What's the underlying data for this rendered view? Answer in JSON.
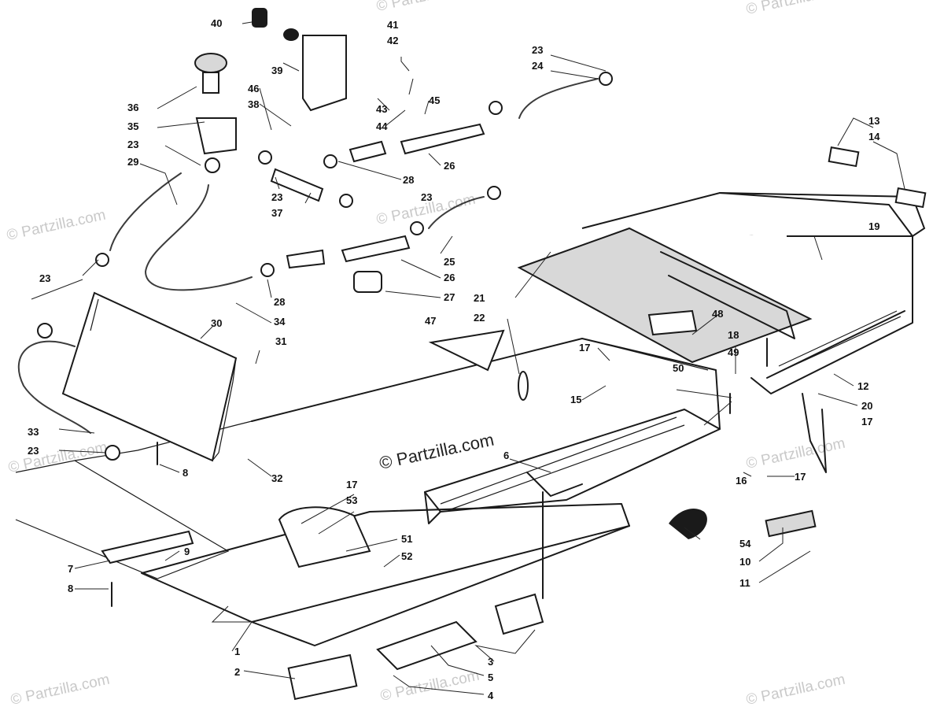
{
  "watermarks": {
    "corner": "© Partzilla.com",
    "center": "© Partzilla.com"
  },
  "callouts": [
    "1",
    "2",
    "3",
    "4",
    "5",
    "6",
    "7",
    "8",
    "9",
    "10",
    "11",
    "12",
    "13",
    "14",
    "15",
    "16",
    "17",
    "18",
    "19",
    "20",
    "21",
    "22",
    "23",
    "24",
    "25",
    "26",
    "27",
    "28",
    "29",
    "30",
    "31",
    "32",
    "33",
    "34",
    "35",
    "36",
    "37",
    "38",
    "39",
    "40",
    "41",
    "42",
    "43",
    "44",
    "45",
    "46",
    "47",
    "48",
    "49",
    "50",
    "51",
    "52",
    "53",
    "54"
  ]
}
